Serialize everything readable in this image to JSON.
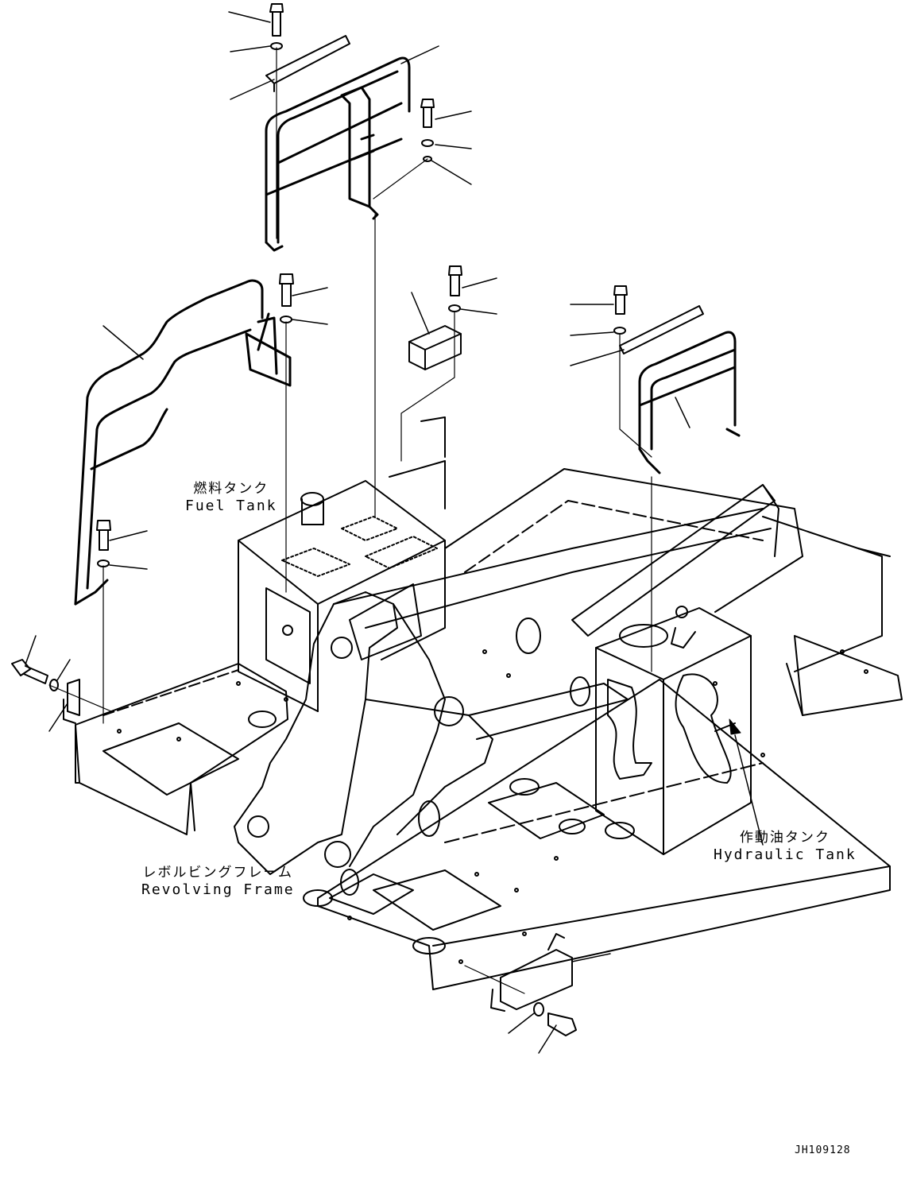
{
  "labels": {
    "fuel_tank": {
      "jp": "燃料タンク",
      "en": "Fuel Tank"
    },
    "revolving_frame": {
      "jp": "レボルビングフレーム",
      "en": "Revolving Frame"
    },
    "hydraulic_tank": {
      "jp": "作動油タンク",
      "en": "Hydraulic Tank"
    }
  },
  "drawing_code": "JH109128",
  "colors": {
    "line": "#000000",
    "background": "#ffffff"
  }
}
